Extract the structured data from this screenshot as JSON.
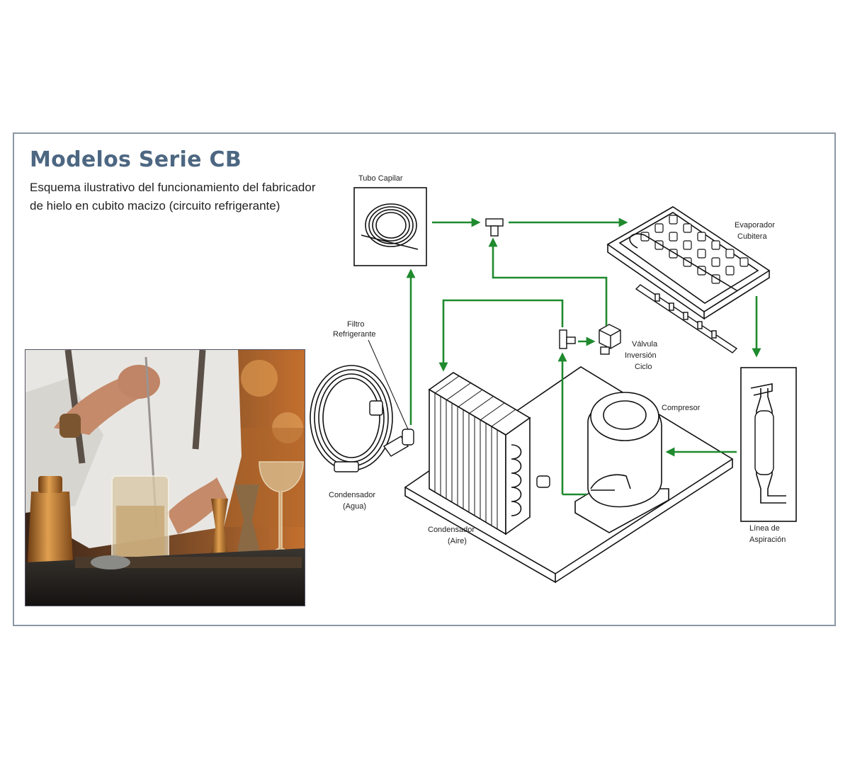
{
  "header": {
    "title": "Modelos Serie CB",
    "subtitle_line1": "Esquema ilustrativo del funcionamiento del fabricador",
    "subtitle_line2": "de hielo en cubito macizo (circuito refrigerante)"
  },
  "diagram": {
    "labels": {
      "tubo_capilar": "Tubo Capilar",
      "evaporador_1": "Evaporador",
      "evaporador_2": "Cubitera",
      "filtro_1": "Filtro",
      "filtro_2": "Refrigerante",
      "valvula_1": "Válvula",
      "valvula_2": "Inversión",
      "valvula_3": "Ciclo",
      "compresor": "Compresor",
      "cond_agua_1": "Condensador",
      "cond_agua_2": "(Agua)",
      "cond_aire_1": "Condensador",
      "cond_aire_2": "(Aire)",
      "linea_1": "Línea de",
      "linea_2": "Aspiración"
    },
    "flow_color": "#1f8a2e"
  },
  "colors": {
    "title": "#4d6782",
    "border": "#8a97a6"
  }
}
